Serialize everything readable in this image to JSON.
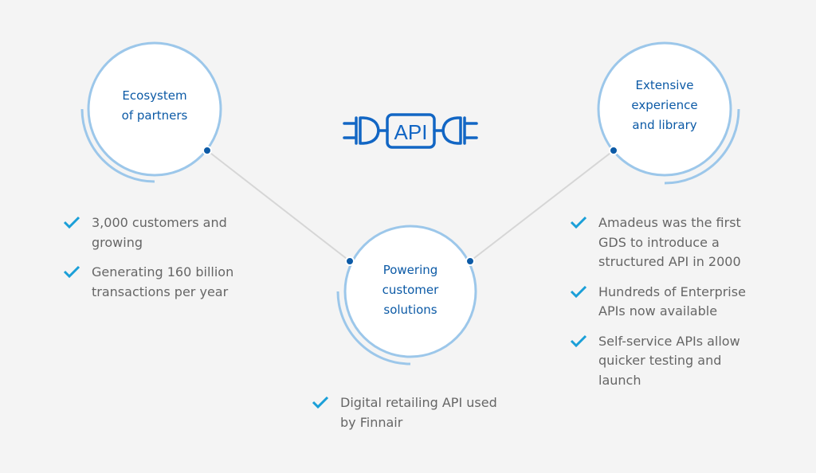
{
  "colors": {
    "background": "#f4f4f4",
    "ring": "#9cc7ea",
    "node_dot": "#0c5aa6",
    "label": "#0c5aa6",
    "icon": "#1266c4",
    "check": "#1a9fd8",
    "connector": "#d6d6d6",
    "body_text": "#666666"
  },
  "api_icon": {
    "name": "api-plug-icon",
    "text": "API"
  },
  "nodes": [
    {
      "id": "ecosystem",
      "lines": [
        "Ecosystem",
        "of partners"
      ]
    },
    {
      "id": "powering",
      "lines": [
        "Powering",
        "customer",
        "solutions"
      ]
    },
    {
      "id": "experience",
      "lines": [
        "Extensive",
        "experience",
        "and library"
      ]
    }
  ],
  "bullet_groups": {
    "ecosystem": [
      {
        "lines": [
          "3,000 customers and",
          "growing"
        ]
      },
      {
        "lines": [
          "Generating 160 billion",
          "transactions per year"
        ]
      }
    ],
    "powering": [
      {
        "lines": [
          "Digital retailing API used",
          "by Finnair"
        ]
      }
    ],
    "experience": [
      {
        "lines": [
          "Amadeus was the first",
          "GDS to introduce a",
          "structured API in 2000"
        ]
      },
      {
        "lines": [
          "Hundreds of Enterprise",
          "APIs now available"
        ]
      },
      {
        "lines": [
          "Self-service APIs allow",
          "quicker testing and",
          "launch"
        ]
      }
    ]
  }
}
